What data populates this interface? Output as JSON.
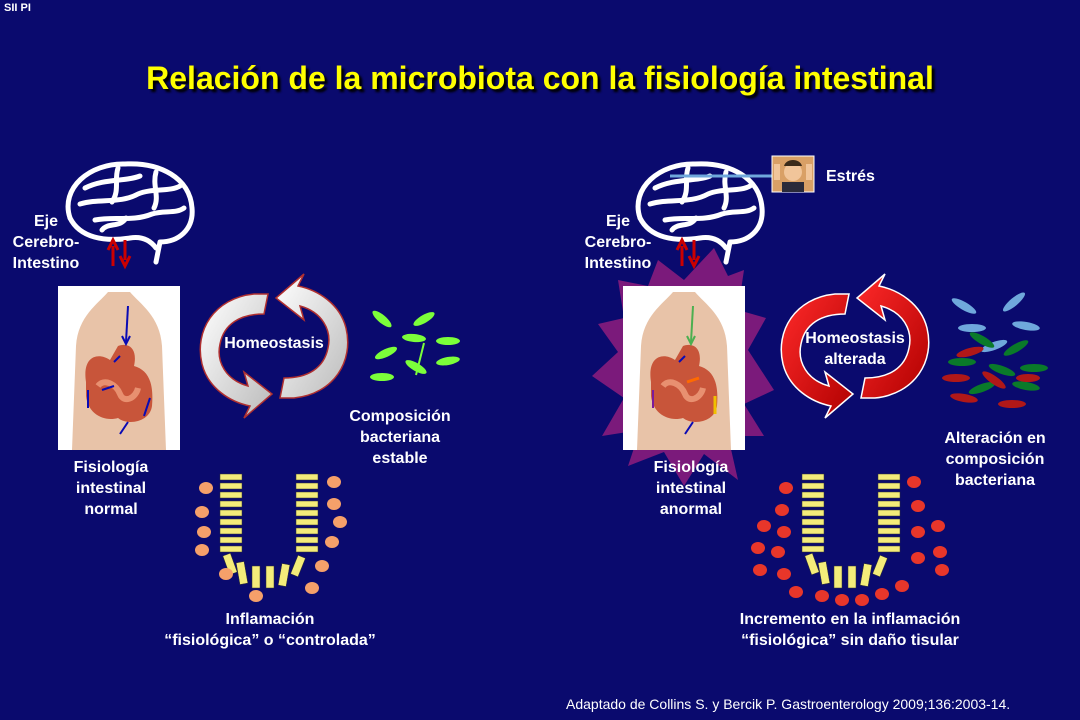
{
  "header": {
    "tag": "SII PI"
  },
  "title": "Relación de la microbiota con la fisiología intestinal",
  "left": {
    "axis_label": [
      "Eje",
      "Cerebro-",
      "Intestino"
    ],
    "cycle_label": "Homeostasis",
    "physiology_label": [
      "Fisiología",
      "intestinal",
      "normal"
    ],
    "bacteria_label": [
      "Composición",
      "bacteriana",
      "estable"
    ],
    "inflammation_label": [
      "Inflamación",
      "“fisiológica” o “controlada”"
    ]
  },
  "right": {
    "stress_label": "Estrés",
    "axis_label": [
      "Eje",
      "Cerebro-",
      "Intestino"
    ],
    "cycle_label": [
      "Homeostasis",
      "alterada"
    ],
    "physiology_label": [
      "Fisiología",
      "intestinal",
      "anormal"
    ],
    "bacteria_label": [
      "Alteración en",
      "composición",
      "bacteriana"
    ],
    "inflammation_label": [
      "Incremento en la inflamación",
      "“fisiológica” sin daño tisular"
    ]
  },
  "footer": {
    "citation": "Adaptado de Collins S. y Bercik P. Gastroenterology 2009;136:2003-14."
  },
  "colors": {
    "background": "#0a0a6e",
    "title": "#ffff00",
    "cells": "#f4ec7a",
    "left_dots": "#f5a06a",
    "right_dots": "#e8362a",
    "stress_burst": "#7b1a7b"
  }
}
